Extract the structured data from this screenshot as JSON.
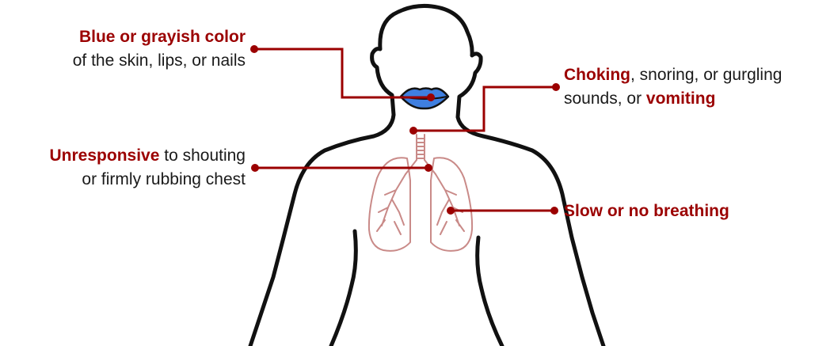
{
  "colors": {
    "accent": "#9b0000",
    "outline": "#111111",
    "lips": "#3f7fe0",
    "lungs": "#c98a88",
    "text": "#1a1a1a"
  },
  "icons": {
    "body": "human-body-outline-icon",
    "lips": "lips-icon",
    "lungs": "lungs-icon"
  },
  "callouts": {
    "blue_color": {
      "emphasis": "Blue or grayish color",
      "detail": "of the skin, lips, or nails"
    },
    "choking": {
      "emphasis_1": "Choking",
      "text_1": ", snoring, or gurgling",
      "text_2": "sounds, or ",
      "emphasis_2": "vomiting"
    },
    "unresponsive": {
      "emphasis": "Unresponsive",
      "text_1": " to shouting",
      "text_2": "or firmly rubbing chest"
    },
    "breathing": {
      "emphasis": "Slow or no breathing"
    }
  }
}
